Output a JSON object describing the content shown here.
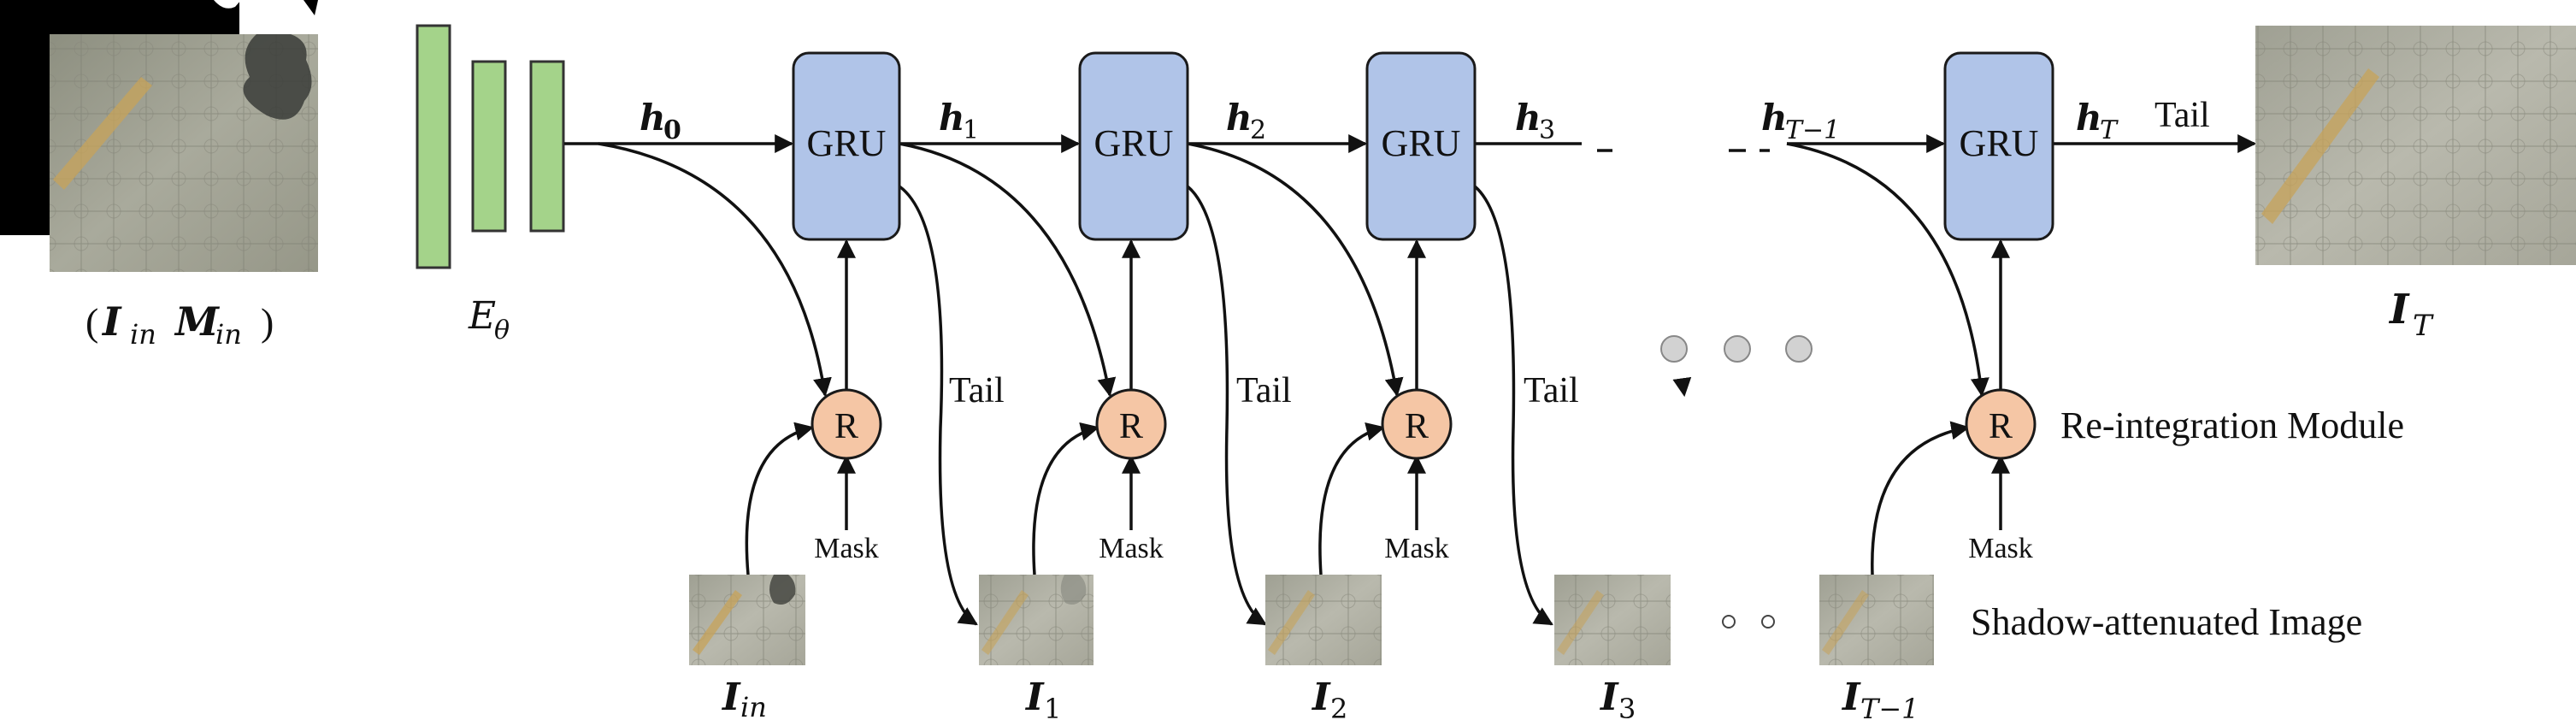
{
  "colors": {
    "gru_fill": "#b0c4e8",
    "gru_stroke": "#1a1a1a",
    "r_fill": "#f5c6a5",
    "encoder_fill": "#a4d38a",
    "encoder_stroke": "#333333",
    "arrow": "#111111",
    "dot_gray": "#cfcfcf",
    "mask_black": "#000000"
  },
  "input": {
    "label_open": "(",
    "label_I": "I",
    "label_I_sub": "in",
    "label_M": "M",
    "label_M_sub": "in",
    "label_close": ")",
    "image_icon": "shadowed-pavement-photo",
    "mask_icon": "binary-shadow-mask"
  },
  "encoder": {
    "label_E": "E",
    "label_sub": "θ"
  },
  "gru": {
    "label": "GRU"
  },
  "hidden_states": [
    {
      "base": "h",
      "sub": "0"
    },
    {
      "base": "h",
      "sub": "1"
    },
    {
      "base": "h",
      "sub": "2"
    },
    {
      "base": "h",
      "sub": "3"
    },
    {
      "base": "h",
      "sub": "T−1"
    },
    {
      "base": "h",
      "sub": "T"
    }
  ],
  "reint": {
    "label": "R",
    "module_label": "Re-integration Module",
    "mask_label": "Mask"
  },
  "tail_label": "Tail",
  "shadow_attenuated_label": "Shadow-attenuated Image",
  "stage_images": [
    {
      "base": "I",
      "sub": "in"
    },
    {
      "base": "I",
      "sub": "1"
    },
    {
      "base": "I",
      "sub": "2"
    },
    {
      "base": "I",
      "sub": "3"
    },
    {
      "base": "I",
      "sub": "T−1"
    }
  ],
  "output": {
    "base": "I",
    "sub": "T",
    "image_icon": "shadow-free-pavement-photo"
  }
}
